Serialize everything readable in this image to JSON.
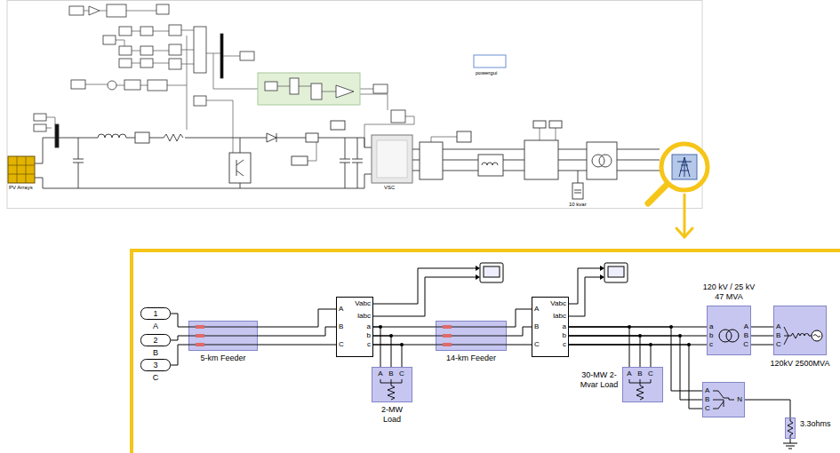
{
  "diagram": {
    "nodes": [
      {
        "text": [
          "1",
          "A"
        ]
      },
      {
        "text": [
          "2",
          "B"
        ]
      },
      {
        "text": [
          "3",
          "C"
        ]
      },
      {
        "text": [
          "5-km Feeder"
        ]
      },
      {
        "text": [
          "A",
          "B",
          "C",
          "Vabc",
          "Iabc",
          "a",
          "b",
          "c"
        ]
      },
      {
        "text": [
          "A",
          "B",
          "C",
          "2-MW Load"
        ]
      },
      {
        "text": [
          "14-km Feeder"
        ]
      },
      {
        "text": [
          "A",
          "B",
          "C",
          "Vabc",
          "Iabc",
          "a",
          "b",
          "c"
        ]
      },
      {
        "text": [
          "A",
          "B",
          "C",
          "30-MW 2-Mvar Load"
        ]
      },
      {
        "text": [
          "a",
          "b",
          "c",
          "A",
          "B",
          "C",
          "120 kV / 25 kV 47 MVA"
        ]
      },
      {
        "text": [
          "A",
          "B",
          "C",
          "120kV 2500MVA"
        ]
      },
      {
        "text": [
          "A",
          "B",
          "C",
          "N"
        ]
      },
      {
        "text": [
          "3.3ohms"
        ]
      }
    ],
    "edges": [
      {
        "from": 0,
        "to": 3,
        "arrow": "none"
      },
      {
        "from": 1,
        "to": 3,
        "arrow": "none"
      },
      {
        "from": 2,
        "to": 3,
        "arrow": "none"
      },
      {
        "from": 3,
        "to": 4,
        "arrow": "none"
      },
      {
        "from": 3,
        "to": 4,
        "arrow": "none"
      },
      {
        "from": 3,
        "to": 4,
        "arrow": "none"
      },
      {
        "from": 4,
        "to": 6,
        "arrow": "none"
      },
      {
        "from": 4,
        "to": 6,
        "arrow": "none"
      },
      {
        "from": 4,
        "to": 6,
        "arrow": "none"
      },
      {
        "from": 4,
        "to": 5,
        "arrow": "none"
      },
      {
        "from": 4,
        "to": 5,
        "arrow": "none"
      },
      {
        "from": 4,
        "to": 5,
        "arrow": "none"
      },
      {
        "from": 6,
        "to": 7,
        "arrow": "none"
      },
      {
        "from": 6,
        "to": 7,
        "arrow": "none"
      },
      {
        "from": 6,
        "to": 7,
        "arrow": "none"
      },
      {
        "from": 7,
        "to": 8,
        "arrow": "none"
      },
      {
        "from": 7,
        "to": 8,
        "arrow": "none"
      },
      {
        "from": 7,
        "to": 8,
        "arrow": "none"
      },
      {
        "from": 7,
        "to": 9,
        "arrow": "none"
      },
      {
        "from": 7,
        "to": 9,
        "arrow": "none"
      },
      {
        "from": 7,
        "to": 9,
        "arrow": "none"
      },
      {
        "from": 7,
        "to": 11,
        "arrow": "none"
      },
      {
        "from": 7,
        "to": 11,
        "arrow": "none"
      },
      {
        "from": 7,
        "to": 11,
        "arrow": "none"
      },
      {
        "from": 9,
        "to": 10,
        "arrow": "none"
      },
      {
        "from": 9,
        "to": 10,
        "arrow": "none"
      },
      {
        "from": 9,
        "to": 10,
        "arrow": "none"
      },
      {
        "from": 11,
        "to": 12,
        "arrow": "none"
      }
    ],
    "labels": [
      "PV Arrays",
      "VSC",
      "powergui",
      "10 kvar"
    ]
  }
}
